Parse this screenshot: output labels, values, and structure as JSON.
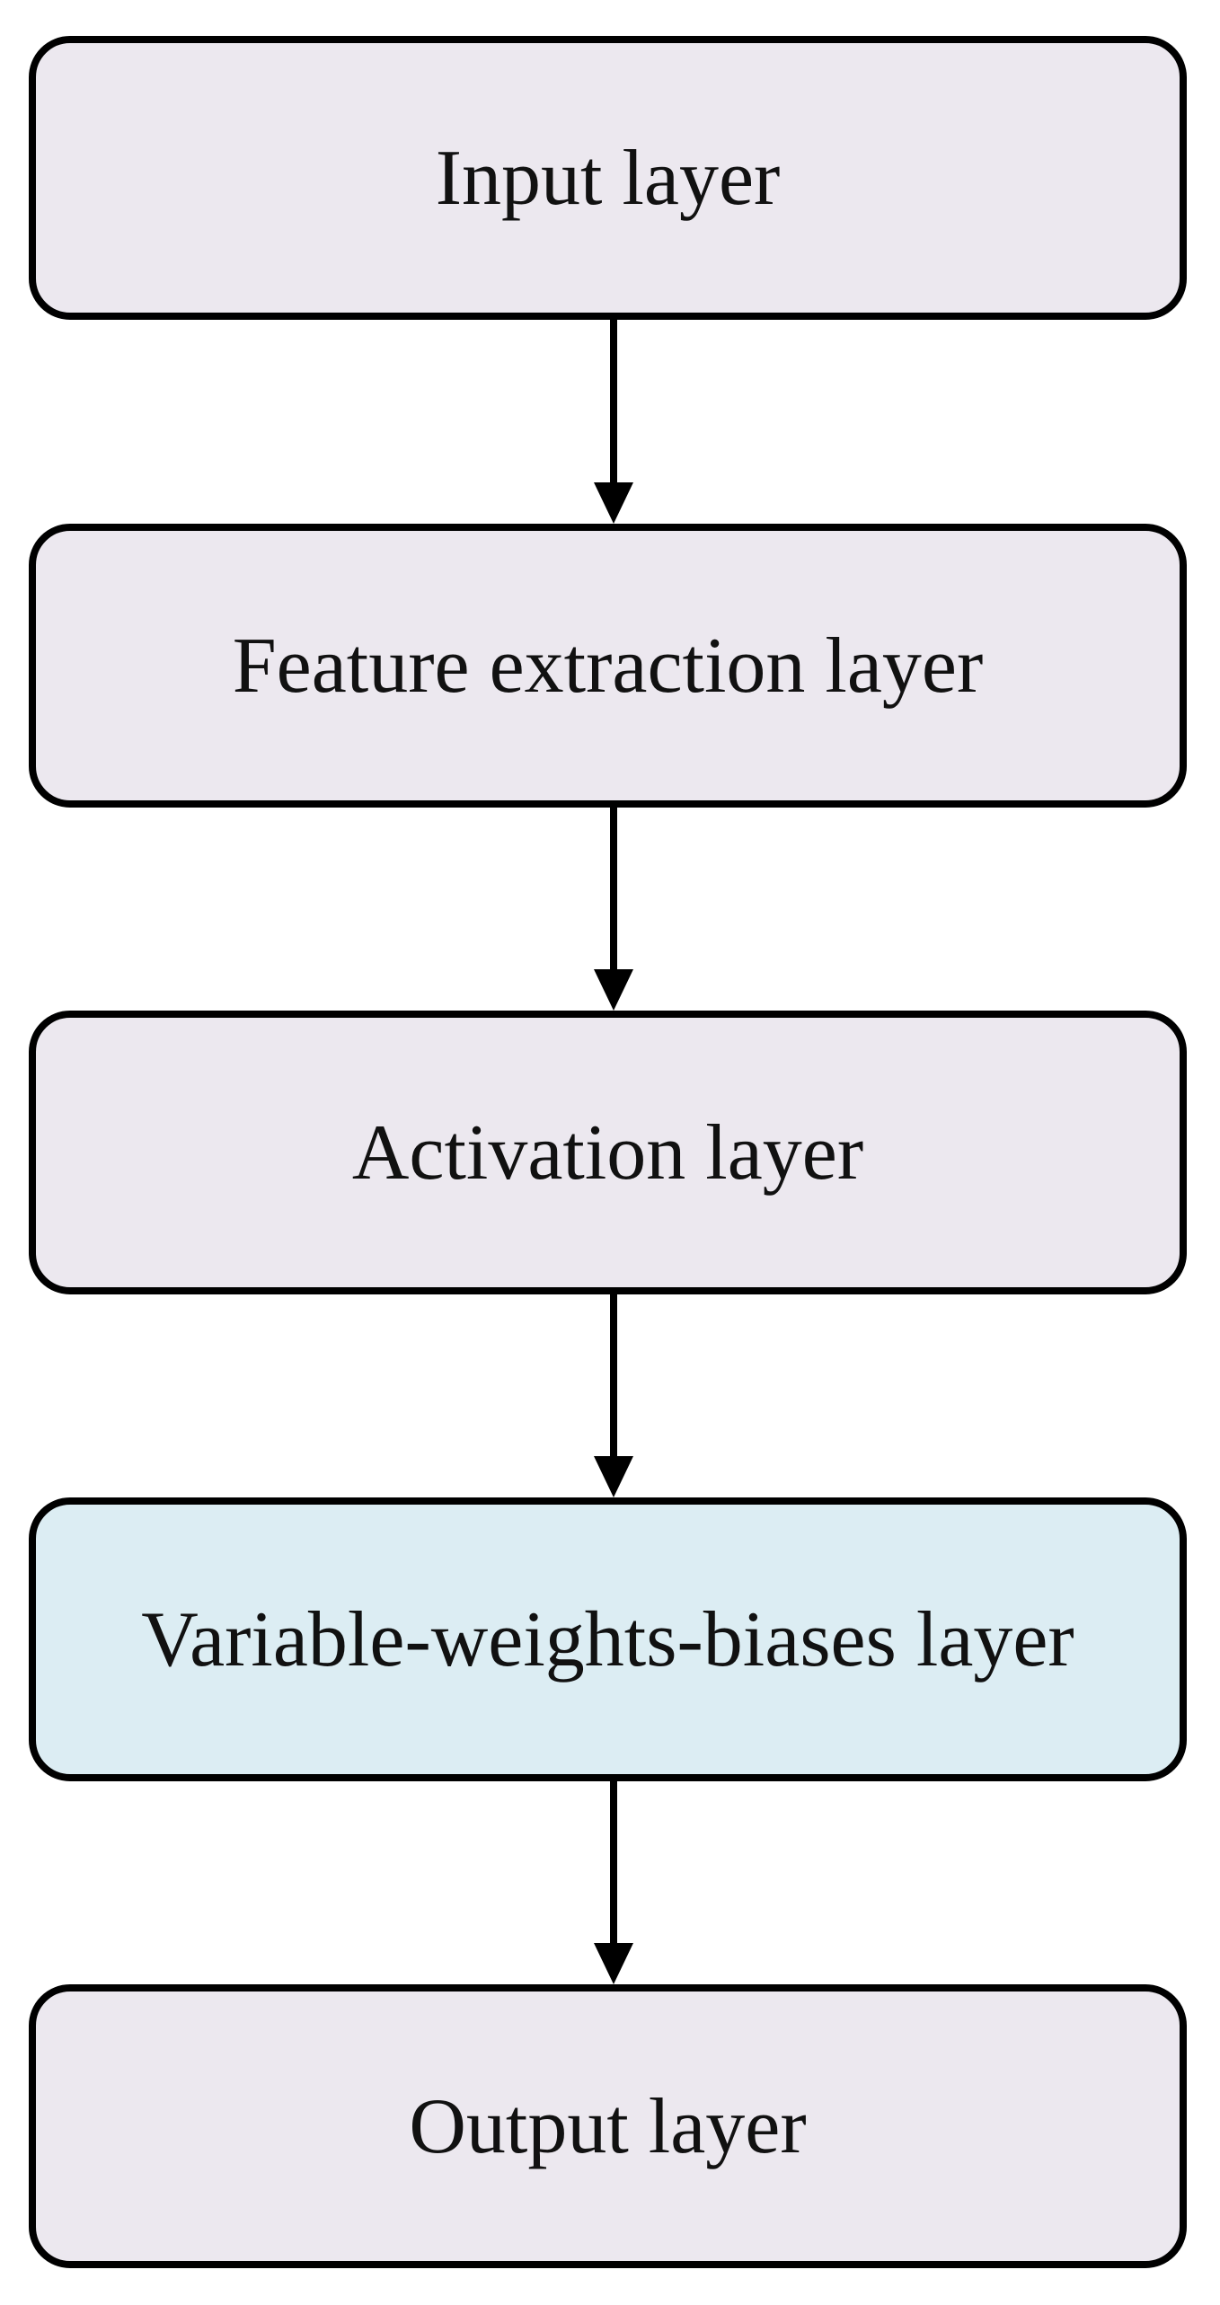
{
  "diagram": {
    "nodes": [
      {
        "label": "Input layer",
        "color": "#ECE8EF"
      },
      {
        "label": "Feature extraction layer",
        "color": "#ECE8EF"
      },
      {
        "label": "Activation layer",
        "color": "#ECE8EF"
      },
      {
        "label": "Variable-weights-biases layer",
        "color": "#DCEDF3"
      },
      {
        "label": "Output layer",
        "color": "#ECE8EF"
      }
    ],
    "edges": [
      {
        "from": "Input layer",
        "to": "Feature extraction layer"
      },
      {
        "from": "Feature extraction layer",
        "to": "Activation layer"
      },
      {
        "from": "Activation layer",
        "to": "Variable-weights-biases layer"
      },
      {
        "from": "Variable-weights-biases layer",
        "to": "Output layer"
      }
    ],
    "stroke_color": "#000000"
  }
}
